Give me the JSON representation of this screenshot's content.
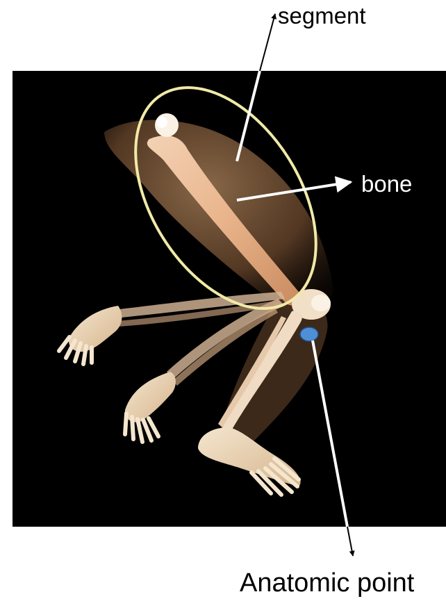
{
  "labels": {
    "segment": "segment",
    "bone": "bone",
    "anatomic_point": "Anatomic point"
  },
  "colors": {
    "photo_background": "#000000",
    "segment_ellipse": "#f1eaa8",
    "anatomic_point_marker": "#4f8fd6",
    "bone_tint": "#e9b48b",
    "arrow_on_photo": "#ffffff",
    "arrow_on_white": "#000000"
  },
  "illustration": {
    "subject": "x-ray style leg skeleton in running motion",
    "icon": "leg-skeleton-icon"
  }
}
